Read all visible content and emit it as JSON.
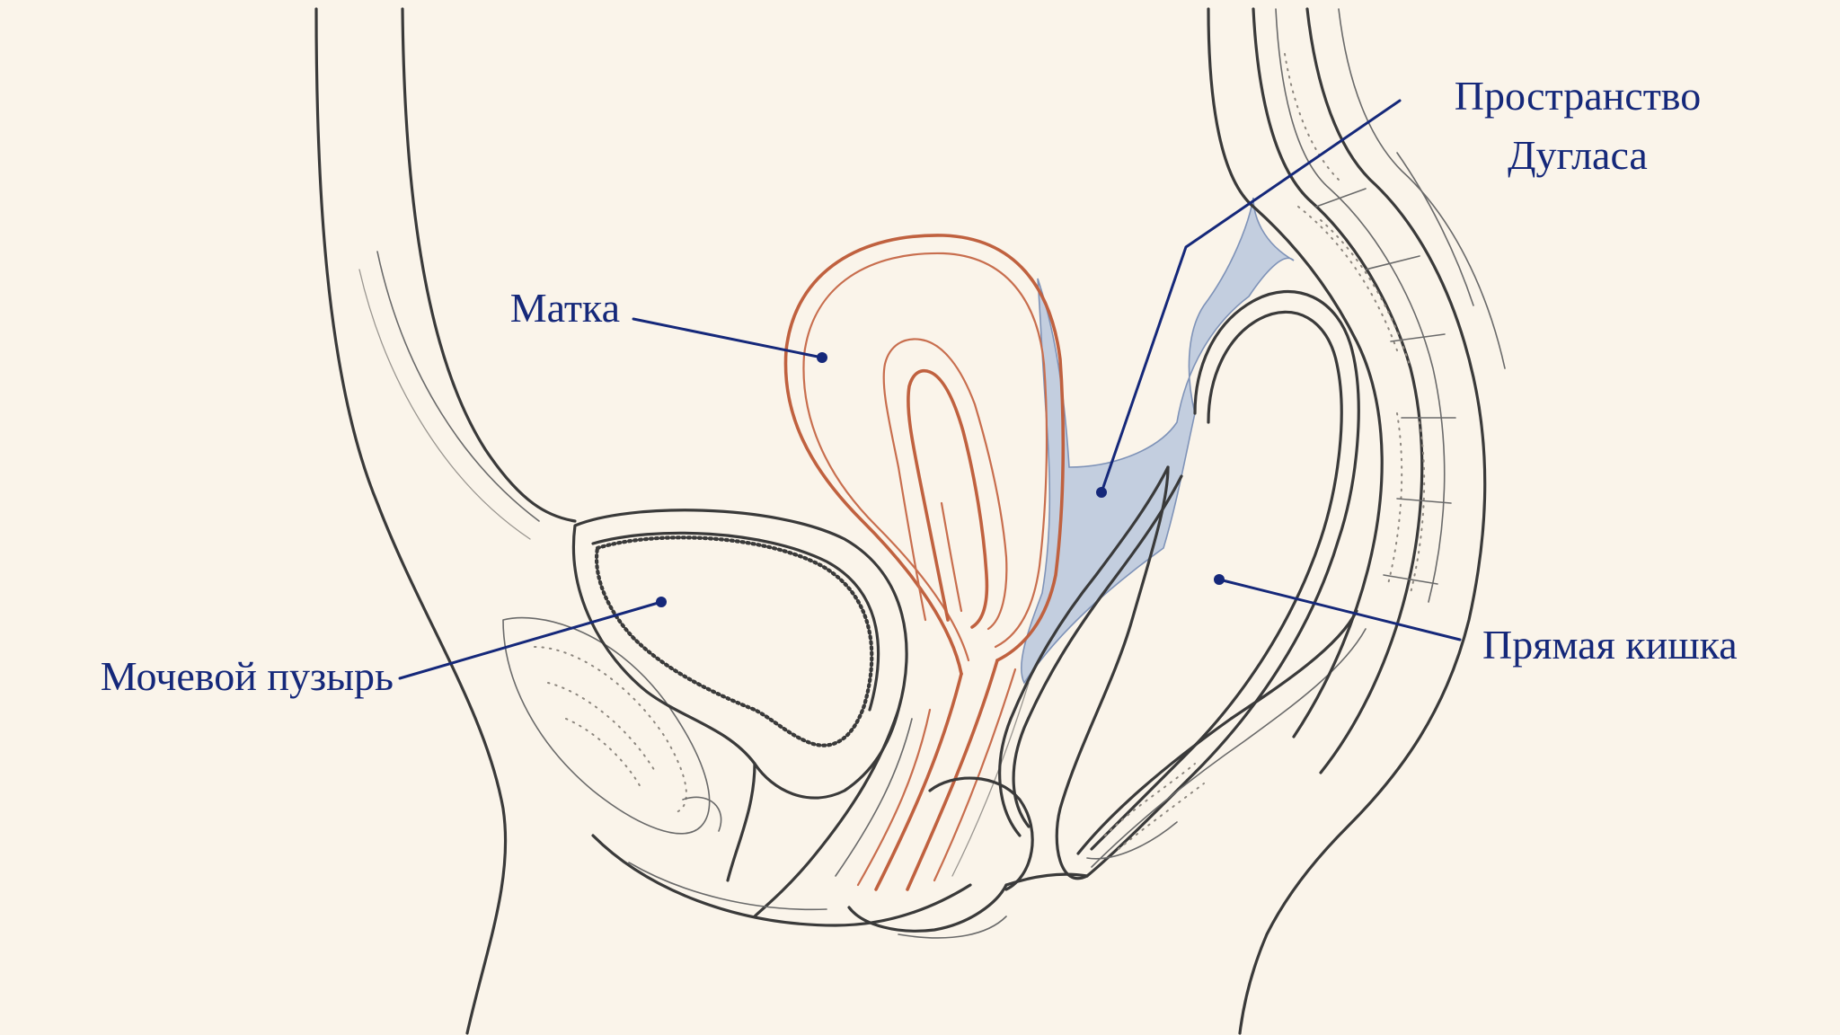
{
  "labels": {
    "uterus": "Матка",
    "bladder": "Мочевой пузырь",
    "douglas_line1": "Пространство",
    "douglas_line2": "Дугласа",
    "rectum": "Прямая кишка"
  },
  "colors": {
    "background": "#faf4ea",
    "outline": "#3a3a3a",
    "uterus": "#c0613f",
    "douglas_fill": "#c3cedf",
    "label": "#15287a"
  }
}
